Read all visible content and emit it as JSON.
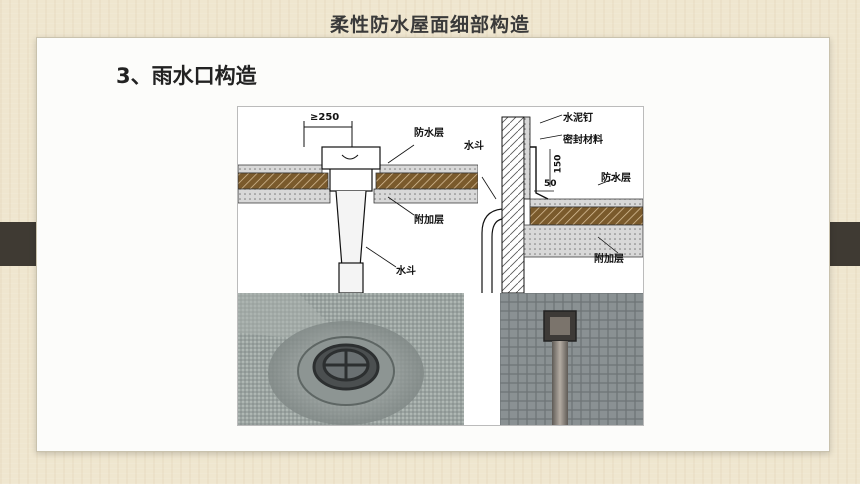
{
  "slide": {
    "title": "柔性防水屋面细部构造",
    "heading": "3、雨水口构造"
  },
  "figure": {
    "left_diagram": {
      "dimension": "≥250",
      "layer_waterproof": "防水层",
      "layer_additional": "附加层",
      "drain": "水斗"
    },
    "right_diagram": {
      "cement_nail": "水泥钉",
      "sealant": "密封材料",
      "drain": "水斗",
      "dim_150": "150",
      "dim_50": "50",
      "layer_waterproof": "防水层",
      "layer_additional": "附加层"
    }
  },
  "colors": {
    "background": "#efe6cf",
    "card": "#fcfcfa",
    "side_tab": "#3f3a33",
    "insulation_brown": "#7a5a2c",
    "concrete_grey": "#c8c8c8"
  }
}
